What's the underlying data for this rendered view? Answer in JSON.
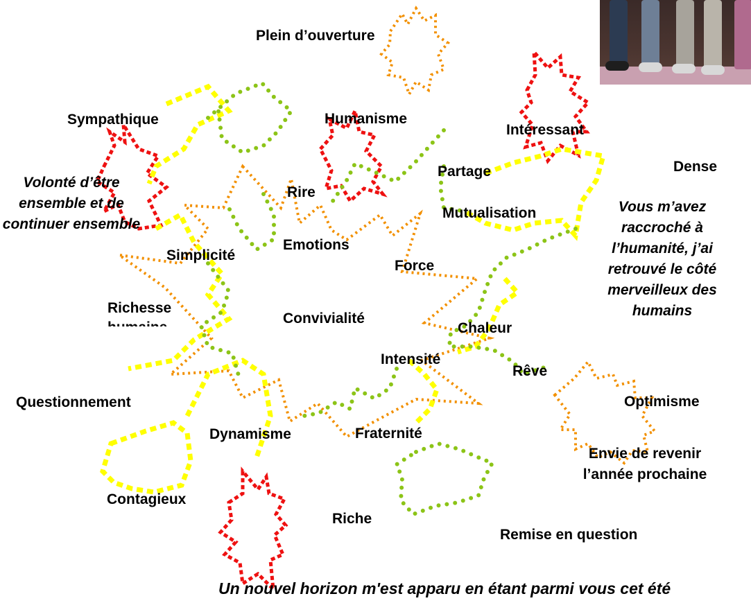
{
  "words": {
    "plein_ouverture": "Plein d’ouverture",
    "sympathique": "Sympathique",
    "humanisme": "Humanisme",
    "interessant": "Intéressant",
    "dense": "Dense",
    "volonte": "Volonté d’être ensemble et de continuer ensemble",
    "partage": "Partage",
    "rire": "Rire",
    "mutualisation": "Mutualisation",
    "vous_m_avez": "Vous m’avez raccroché à l’humanité, j’ai retrouvé le côté merveilleux des humains",
    "simplicite": "Simplicité",
    "emotions": "Emotions",
    "force": "Force",
    "richesse": "Richesse humaine",
    "convivialite": "Convivialité",
    "chaleur": "Chaleur",
    "intensite": "Intensité",
    "reve": "Rêve",
    "questionnement": "Questionnement",
    "optimisme": "Optimisme",
    "dynamisme": "Dynamisme",
    "fraternite": "Fraternité",
    "envie": "Envie de revenir l’année prochaine",
    "contagieux": "Contagieux",
    "riche": "Riche",
    "remise": "Remise en question",
    "nouvel_horizon": "Un nouvel horizon m'est apparu en étant parmi vous cet été"
  },
  "colors": {
    "red": "#ee1111",
    "orange": "#f29000",
    "yellow": "#ffff00",
    "green": "#8cc417",
    "text": "#000000"
  }
}
